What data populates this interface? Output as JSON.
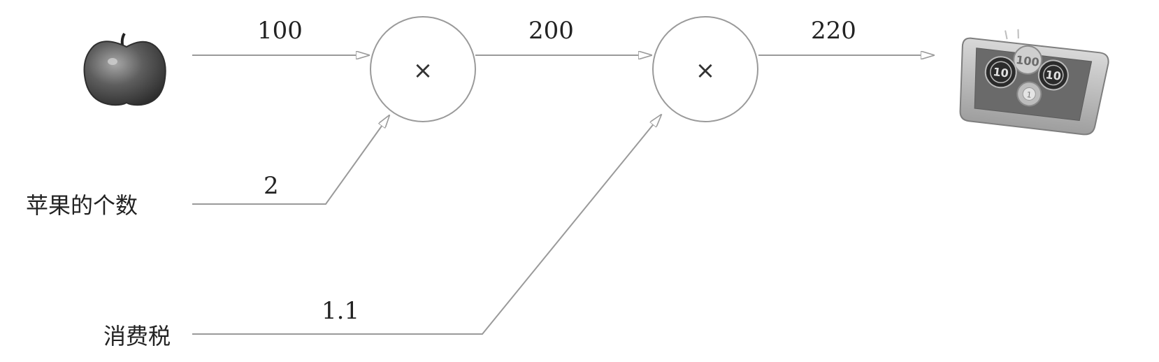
{
  "diagram": {
    "nodes": [
      {
        "id": "mul-1",
        "operator": "×"
      },
      {
        "id": "mul-2",
        "operator": "×"
      }
    ],
    "inputs": [
      {
        "id": "apple-price",
        "icon": "apple-icon",
        "value": "100",
        "label": ""
      },
      {
        "id": "apple-count",
        "label": "苹果的个数",
        "value": "2"
      },
      {
        "id": "tax",
        "label": "消费税",
        "value": "1.1"
      }
    ],
    "edges": [
      {
        "from": "apple-price",
        "to": "mul-1",
        "value": "100"
      },
      {
        "from": "apple-count",
        "to": "mul-1",
        "value": "2"
      },
      {
        "from": "mul-1",
        "to": "mul-2",
        "value": "200"
      },
      {
        "from": "tax",
        "to": "mul-2",
        "value": "1.1"
      },
      {
        "from": "mul-2",
        "to": "output",
        "value": "220"
      }
    ],
    "output": {
      "icon": "coin-tray-icon",
      "coins": [
        "100",
        "10",
        "10",
        "1"
      ]
    }
  }
}
